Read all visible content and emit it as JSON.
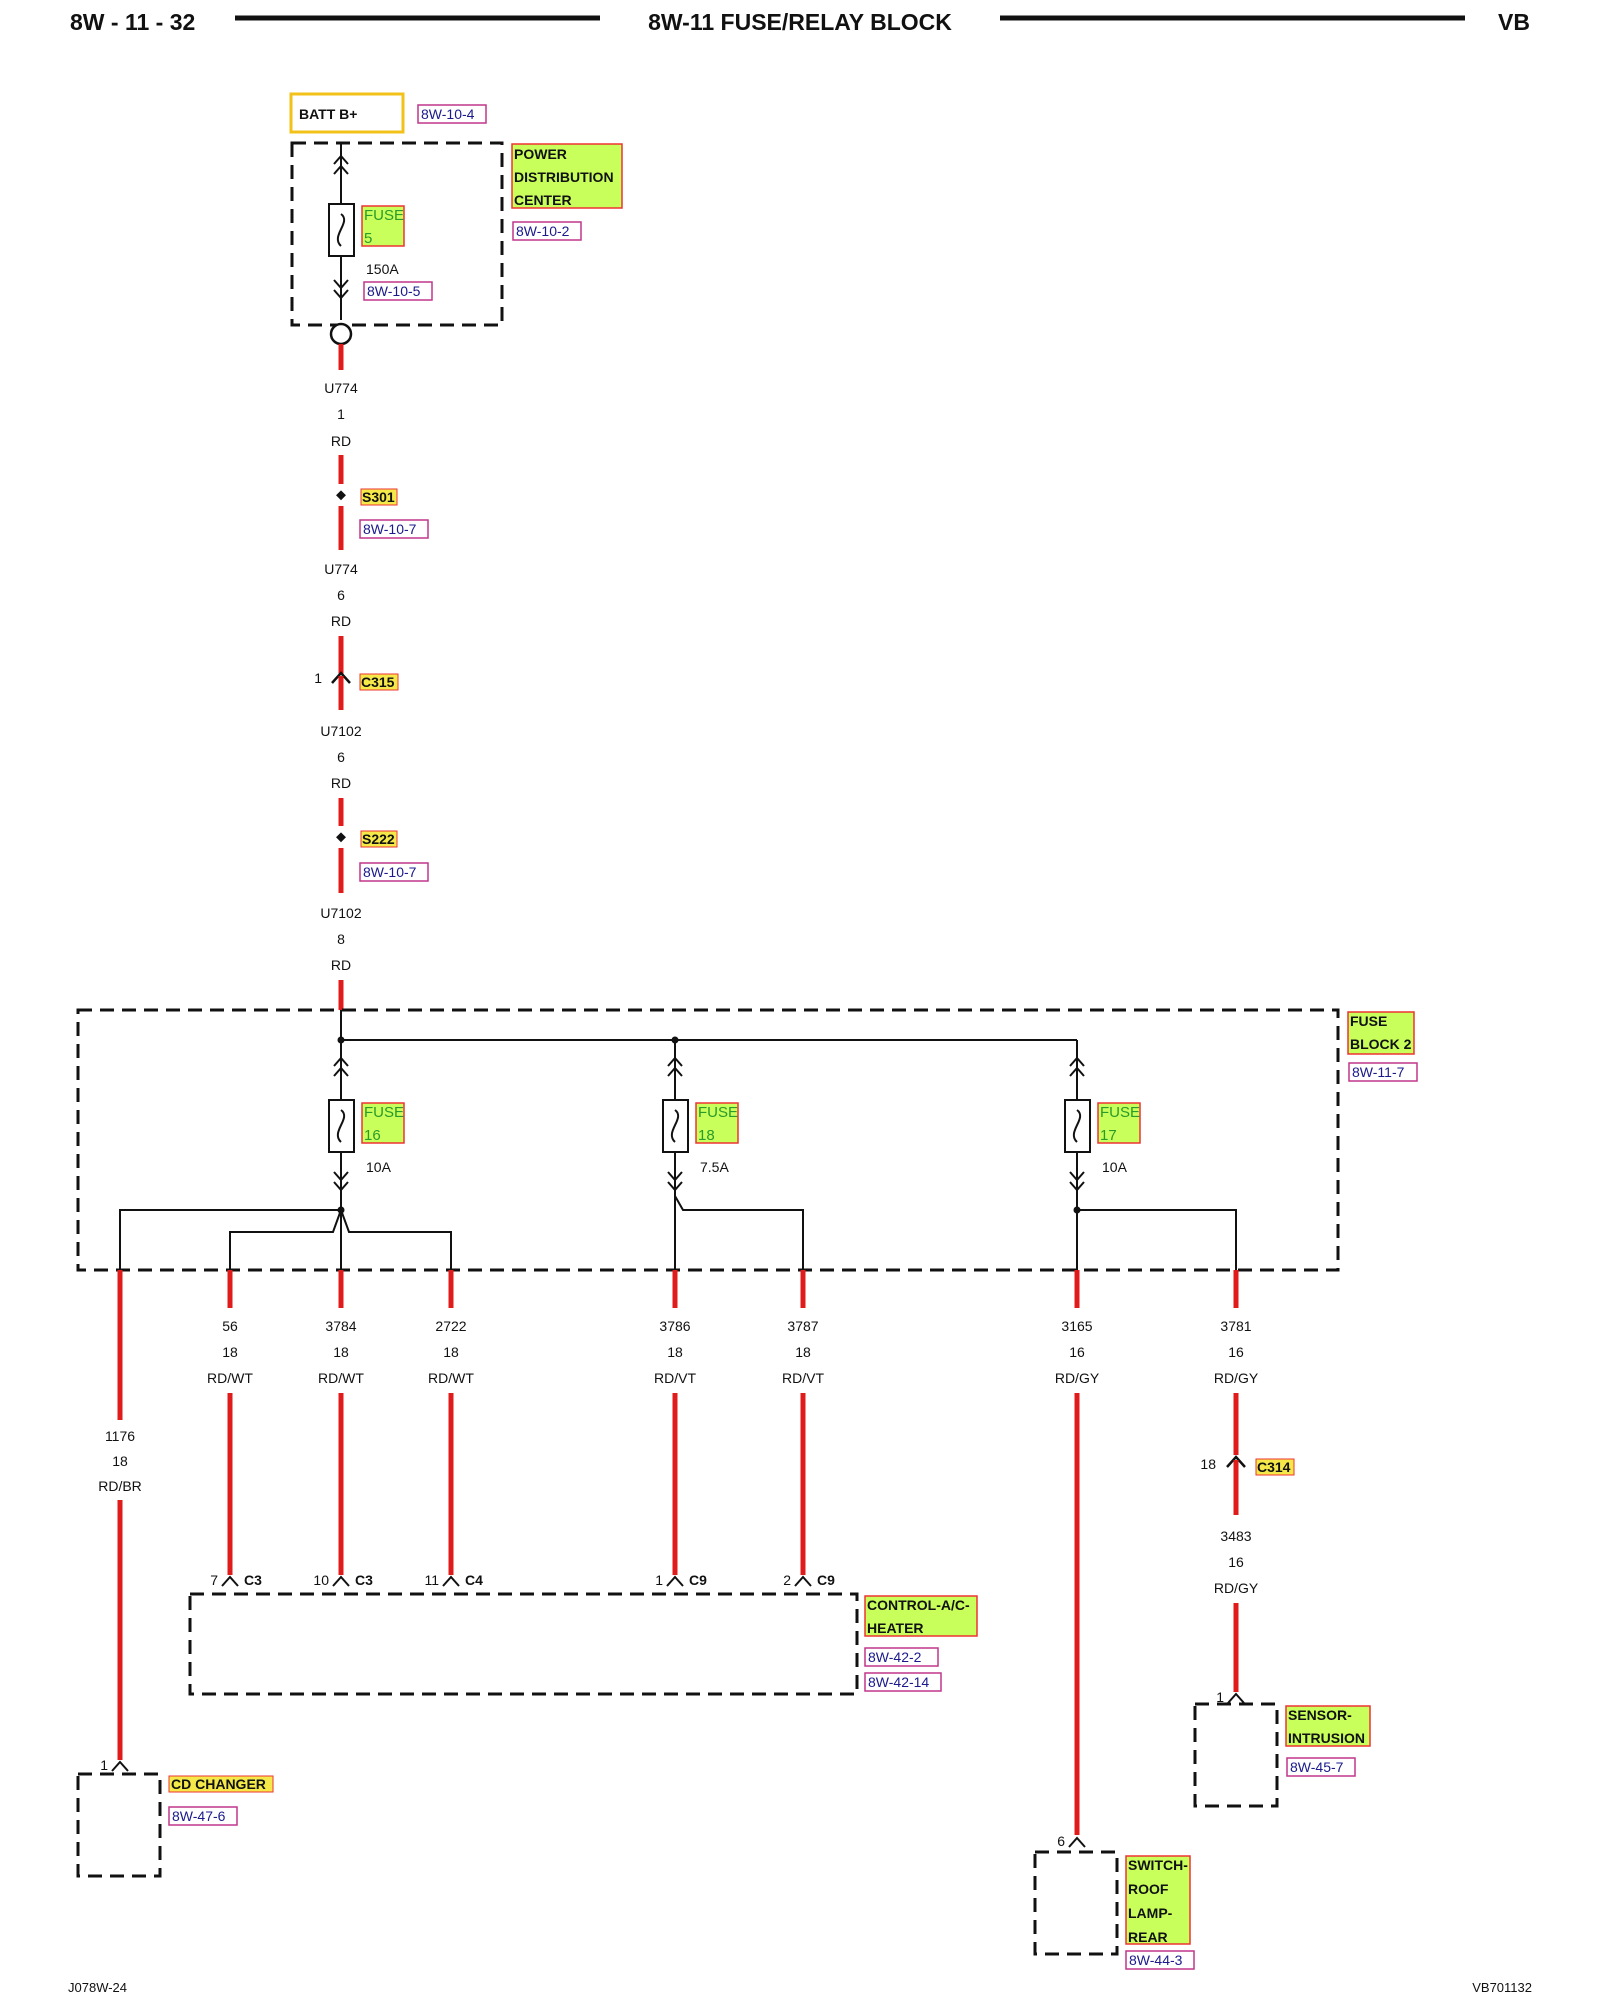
{
  "header": {
    "page": "8W - 11 - 32",
    "title": "8W-11 FUSE/RELAY BLOCK",
    "code": "VB"
  },
  "footer": {
    "left": "J078W-24",
    "right": "VB701132"
  },
  "power": {
    "batt": "BATT B+",
    "batt_ref": "8W-10-4",
    "pdc_line1": "POWER",
    "pdc_line2": "DISTRIBUTION",
    "pdc_line3": "CENTER",
    "pdc_ref": "8W-10-2",
    "fuse_line1": "FUSE",
    "fuse_line2": "5",
    "fuse_rating": "150A",
    "fuse_ref": "8W-10-5"
  },
  "main_feed": {
    "seg1": {
      "circuit": "U774",
      "gauge": "1",
      "color": "RD"
    },
    "s301": "S301",
    "s301_ref": "8W-10-7",
    "seg2": {
      "circuit": "U774",
      "gauge": "6",
      "color": "RD"
    },
    "c315_pin": "1",
    "c315": "C315",
    "seg3": {
      "circuit": "U7102",
      "gauge": "6",
      "color": "RD"
    },
    "s222": "S222",
    "s222_ref": "8W-10-7",
    "seg4": {
      "circuit": "U7102",
      "gauge": "8",
      "color": "RD"
    }
  },
  "fuse_block2": {
    "line1": "FUSE",
    "line2": "BLOCK 2",
    "ref": "8W-11-7",
    "fuses": [
      {
        "word": "FUSE",
        "num": "16",
        "rating": "10A"
      },
      {
        "word": "FUSE",
        "num": "18",
        "rating": "7.5A"
      },
      {
        "word": "FUSE",
        "num": "17",
        "rating": "10A"
      }
    ]
  },
  "wires": {
    "w1176": {
      "circuit": "1176",
      "gauge": "18",
      "color": "RD/BR"
    },
    "w56": {
      "circuit": "56",
      "gauge": "18",
      "color": "RD/WT"
    },
    "w3784": {
      "circuit": "3784",
      "gauge": "18",
      "color": "RD/WT"
    },
    "w2722": {
      "circuit": "2722",
      "gauge": "18",
      "color": "RD/WT"
    },
    "w3786": {
      "circuit": "3786",
      "gauge": "18",
      "color": "RD/VT"
    },
    "w3787": {
      "circuit": "3787",
      "gauge": "18",
      "color": "RD/VT"
    },
    "w3165": {
      "circuit": "3165",
      "gauge": "16",
      "color": "RD/GY"
    },
    "w3781": {
      "circuit": "3781",
      "gauge": "16",
      "color": "RD/GY"
    },
    "w3483": {
      "circuit": "3483",
      "gauge": "16",
      "color": "RD/GY"
    }
  },
  "c314": {
    "pin": "18",
    "name": "C314"
  },
  "hvac": {
    "pins": [
      {
        "pin": "7",
        "conn": "C3"
      },
      {
        "pin": "10",
        "conn": "C3"
      },
      {
        "pin": "11",
        "conn": "C4"
      },
      {
        "pin": "1",
        "conn": "C9"
      },
      {
        "pin": "2",
        "conn": "C9"
      }
    ],
    "name_line1": "CONTROL-A/C-",
    "name_line2": "HEATER",
    "ref1": "8W-42-2",
    "ref2": "8W-42-14"
  },
  "cd_changer": {
    "pin": "1",
    "name": "CD CHANGER",
    "ref": "8W-47-6"
  },
  "sensor": {
    "pin": "1",
    "line1": "SENSOR-",
    "line2": "INTRUSION",
    "ref": "8W-45-7"
  },
  "switch": {
    "pin": "6",
    "line1": "SWITCH-",
    "line2": "ROOF",
    "line3": "LAMP-",
    "line4": "REAR",
    "ref": "8W-44-3"
  },
  "colors": {
    "wire": "#e01b1b",
    "highlight": "#c8ff5a",
    "batt_box": "#f2c21b"
  }
}
